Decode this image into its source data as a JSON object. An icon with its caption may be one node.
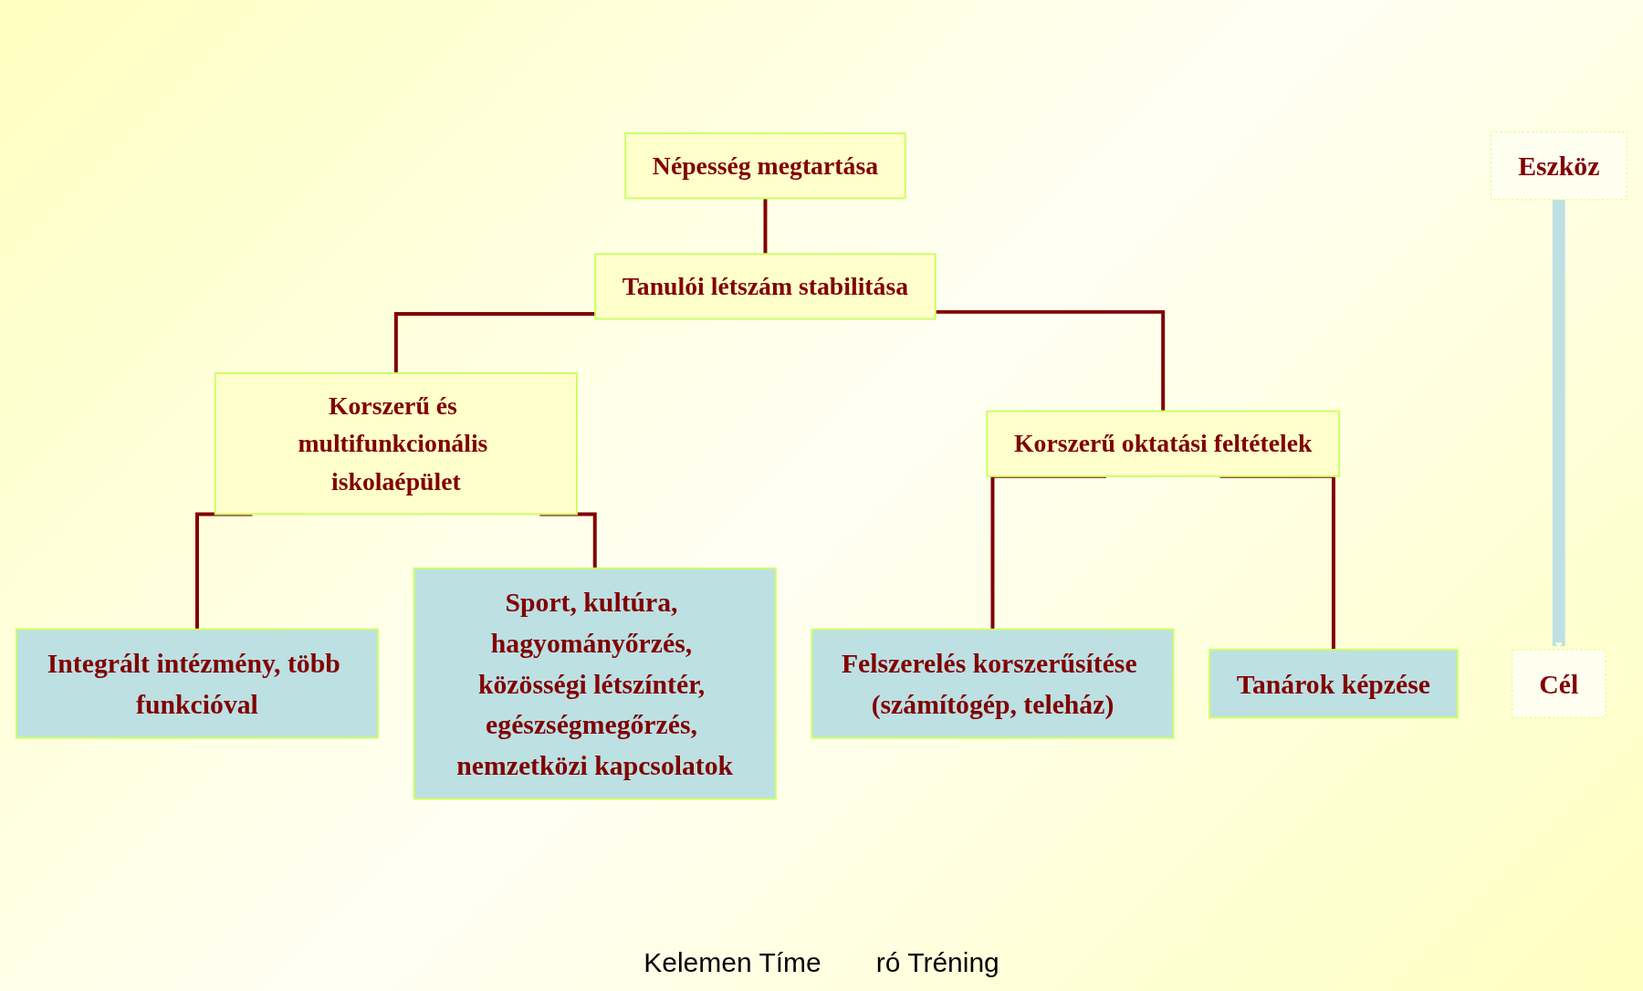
{
  "diagram": {
    "nodes": [
      {
        "text": [
          "Cél"
        ]
      },
      {
        "text": [
          "Népesség megtartása"
        ]
      },
      {
        "text": [
          "Tanulói létszám stabilitása"
        ]
      },
      {
        "text": [
          "Korszerű és multifunkcionális iskolaépület"
        ]
      },
      {
        "text": [
          "Korszerű oktatási feltételek"
        ]
      },
      {
        "text": [
          "Eszköz"
        ]
      },
      {
        "text": [
          "Integrált intézmény, több funkcióval"
        ]
      },
      {
        "text": [
          "Sport, kultúra, hagyományőrzés, közösségi létszíntér, egészségmegőrzés, nemzetközi kapcsolatok"
        ]
      },
      {
        "text": [
          "Felszerelés korszerűsítése (számítógép, teleház)"
        ]
      },
      {
        "text": [
          "Tanárok képzése"
        ]
      }
    ],
    "edges": [
      {
        "from": 5,
        "to": 0,
        "arrow": "to",
        "style": "thick",
        "color": "#bde0e3"
      },
      {
        "from": 1,
        "to": 2,
        "arrow": "none"
      },
      {
        "from": 2,
        "to": 3,
        "arrow": "none"
      },
      {
        "from": 2,
        "to": 4,
        "arrow": "none"
      },
      {
        "from": 3,
        "to": 6,
        "arrow": "none"
      },
      {
        "from": 3,
        "to": 7,
        "arrow": "none"
      },
      {
        "from": 4,
        "to": 8,
        "arrow": "none"
      },
      {
        "from": 4,
        "to": 9,
        "arrow": "none"
      }
    ],
    "labels": [
      "Kelemen Tíme",
      "ró Tréning"
    ]
  }
}
